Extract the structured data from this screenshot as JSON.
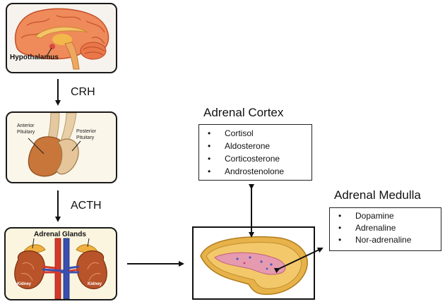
{
  "hypothalamus_label": "Hypothalamus",
  "crh_label": "CRH",
  "anterior_pituitary_label": "Anterior\nPituitary",
  "posterior_pituitary_label": "Posterior\nPituitary",
  "acth_label": "ACTH",
  "adrenal_glands_label": "Adrenal Glands",
  "kidney_label": "Kidney",
  "adrenal_cortex": {
    "title": "Adrenal Cortex",
    "items": [
      "Cortisol",
      "Aldosterone",
      "Corticosterone",
      "Androstenolone"
    ]
  },
  "adrenal_medulla": {
    "title": "Adrenal Medulla",
    "items": [
      "Dopamine",
      "Adrenaline",
      "Nor-adrenaline"
    ]
  }
}
